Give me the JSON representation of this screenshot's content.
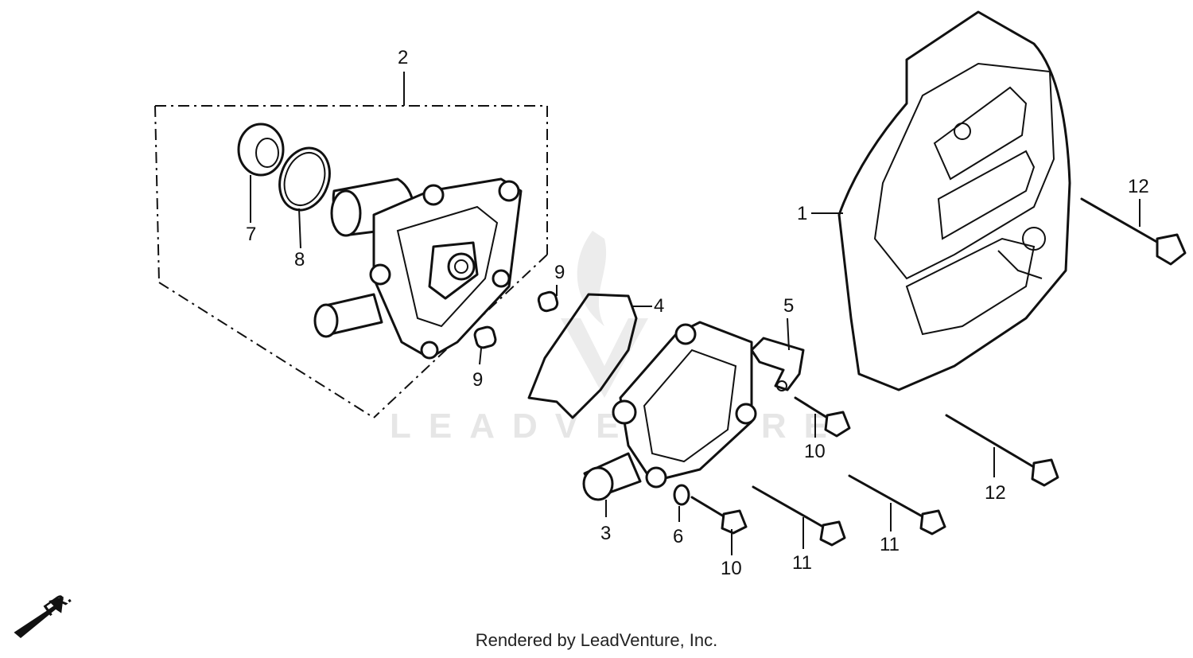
{
  "diagram": {
    "callouts": {
      "c1": "1",
      "c2": "2",
      "c3": "3",
      "c4": "4",
      "c5": "5",
      "c6": "6",
      "c7": "7",
      "c8": "8",
      "c9a": "9",
      "c9b": "9",
      "c10a": "10",
      "c10b": "10",
      "c11a": "11",
      "c11b": "11",
      "c12a": "12",
      "c12b": "12"
    },
    "direction_label": "FR.",
    "watermark": "LEADVENTURE"
  },
  "footer": {
    "text": "Rendered by LeadVenture, Inc."
  }
}
